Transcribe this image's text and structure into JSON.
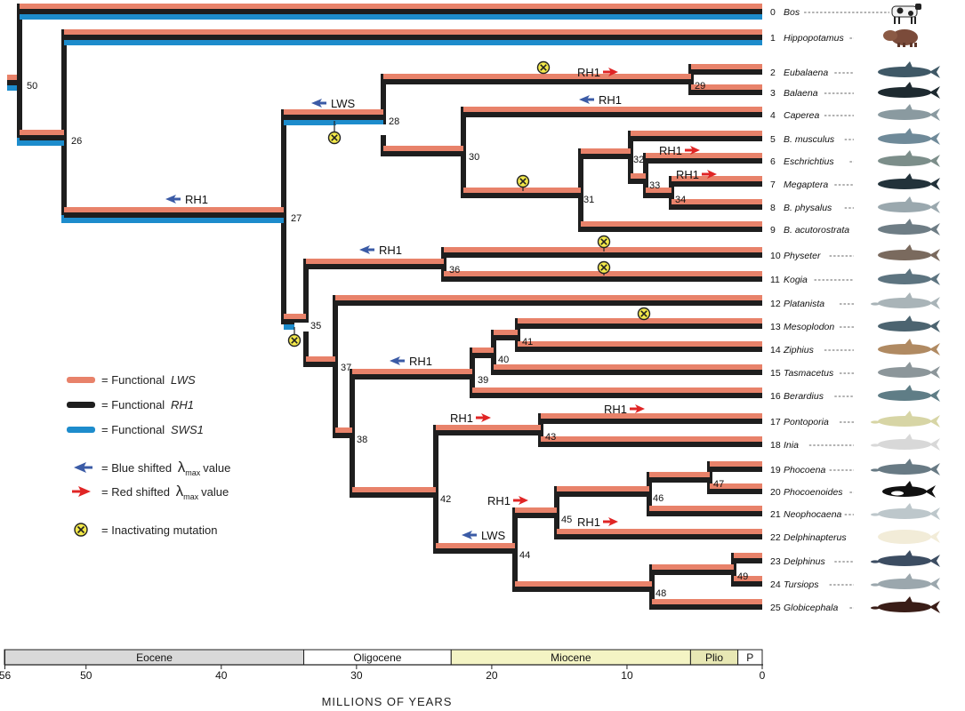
{
  "colors": {
    "lws": "#e8826a",
    "rh1": "#1e1e1e",
    "sws1": "#1d8ccc",
    "blue_arrow": "#3b5ba6",
    "red_arrow": "#e02525",
    "inactivating_fill": "#f2e84a",
    "epoch_fill": [
      "#b8b8b8",
      "#d9d9d9",
      "#ffffff",
      "#f4f4c4",
      "#e8e8b4",
      "#ffffff"
    ]
  },
  "tips": [
    {
      "num": "0",
      "name": "Bos",
      "icon": "cow-icon"
    },
    {
      "num": "1",
      "name": "Hippopotamus",
      "icon": "hippo-icon"
    },
    {
      "num": "2",
      "name": "Eubalaena",
      "icon": "whale-icon"
    },
    {
      "num": "3",
      "name": "Balaena",
      "icon": "whale-icon"
    },
    {
      "num": "4",
      "name": "Caperea",
      "icon": "whale-icon"
    },
    {
      "num": "5",
      "name": "B. musculus",
      "icon": "whale-icon"
    },
    {
      "num": "6",
      "name": "Eschrichtius",
      "icon": "whale-icon"
    },
    {
      "num": "7",
      "name": "Megaptera",
      "icon": "whale-icon"
    },
    {
      "num": "8",
      "name": "B. physalus",
      "icon": "whale-icon"
    },
    {
      "num": "9",
      "name": "B. acutorostrata",
      "icon": "whale-icon"
    },
    {
      "num": "10",
      "name": "Physeter",
      "icon": "whale-icon"
    },
    {
      "num": "11",
      "name": "Kogia",
      "icon": "whale-icon"
    },
    {
      "num": "12",
      "name": "Platanista",
      "icon": "dolphin-icon"
    },
    {
      "num": "13",
      "name": "Mesoplodon",
      "icon": "whale-icon"
    },
    {
      "num": "14",
      "name": "Ziphius",
      "icon": "whale-icon"
    },
    {
      "num": "15",
      "name": "Tasmacetus",
      "icon": "whale-icon"
    },
    {
      "num": "16",
      "name": "Berardius",
      "icon": "whale-icon"
    },
    {
      "num": "17",
      "name": "Pontoporia",
      "icon": "dolphin-icon"
    },
    {
      "num": "18",
      "name": "Inia",
      "icon": "dolphin-icon"
    },
    {
      "num": "19",
      "name": "Phocoena",
      "icon": "dolphin-icon"
    },
    {
      "num": "20",
      "name": "Phocoenoides",
      "icon": "orca-icon"
    },
    {
      "num": "21",
      "name": "Neophocaena",
      "icon": "dolphin-icon"
    },
    {
      "num": "22",
      "name": "Delphinapterus",
      "icon": "beluga-icon"
    },
    {
      "num": "23",
      "name": "Delphinus",
      "icon": "dolphin-icon"
    },
    {
      "num": "24",
      "name": "Tursiops",
      "icon": "dolphin-icon"
    },
    {
      "num": "25",
      "name": "Globicephala",
      "icon": "dolphin-icon"
    }
  ],
  "nodes": [
    "26",
    "27",
    "28",
    "29",
    "30",
    "31",
    "32",
    "33",
    "34",
    "35",
    "36",
    "37",
    "38",
    "39",
    "40",
    "41",
    "42",
    "43",
    "44",
    "45",
    "46",
    "47",
    "48",
    "49",
    "50"
  ],
  "annotations": [
    {
      "id": "lws-blue-27",
      "label": "LWS",
      "shift": "blue"
    },
    {
      "id": "rh1-blue-26",
      "label": "RH1",
      "shift": "blue"
    },
    {
      "id": "rh1-red-29",
      "label": "RH1",
      "shift": "red"
    },
    {
      "id": "rh1-blue-4",
      "label": "RH1",
      "shift": "blue"
    },
    {
      "id": "rh1-red-6",
      "label": "RH1",
      "shift": "red"
    },
    {
      "id": "rh1-red-7",
      "label": "RH1",
      "shift": "red"
    },
    {
      "id": "rh1-blue-36",
      "label": "RH1",
      "shift": "blue"
    },
    {
      "id": "rh1-blue-39",
      "label": "RH1",
      "shift": "blue"
    },
    {
      "id": "rh1-red-43",
      "label": "RH1",
      "shift": "red"
    },
    {
      "id": "rh1-red-18",
      "label": "RH1",
      "shift": "red"
    },
    {
      "id": "lws-blue-44",
      "label": "LWS",
      "shift": "blue"
    },
    {
      "id": "rh1-red-45",
      "label": "RH1",
      "shift": "red"
    },
    {
      "id": "rh1-red-22",
      "label": "RH1",
      "shift": "red"
    }
  ],
  "legend": {
    "prefix": "= Functional",
    "lws": "LWS",
    "rh1": "RH1",
    "sws1": "SWS1",
    "blue_pre": "= Blue shifted",
    "red_pre": "= Red shifted",
    "lambda": "λ",
    "lambda_sub": "max",
    "shift_post": "value",
    "inactivating": "= Inactivating mutation"
  },
  "timescale": {
    "epochs": [
      "",
      "Eocene",
      "Oligocene",
      "Miocene",
      "Plio",
      "P"
    ],
    "ticks": [
      "56",
      "50",
      "40",
      "30",
      "20",
      "10",
      "0"
    ],
    "axis_label": "MILLIONS OF YEARS"
  }
}
